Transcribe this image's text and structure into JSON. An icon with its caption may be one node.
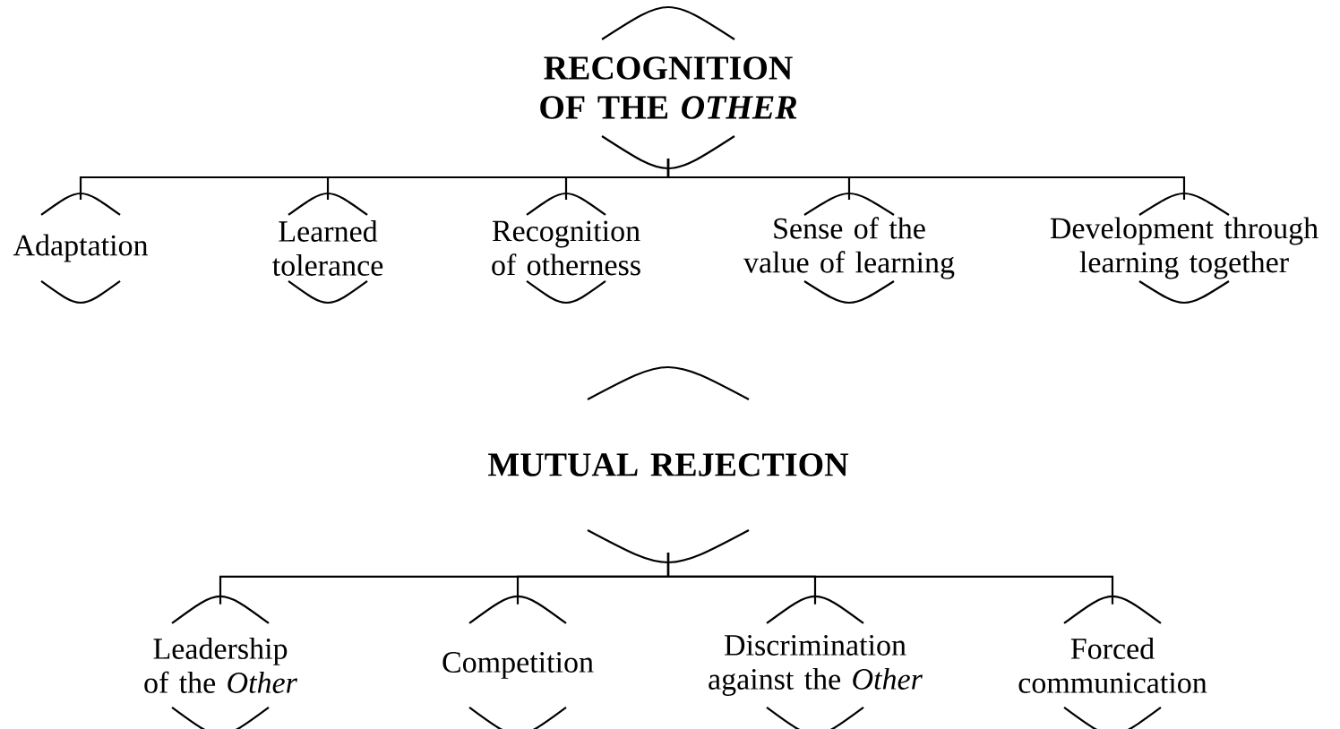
{
  "diagram": {
    "nodes": [
      {
        "text": [
          "RECOGNITION OF THE *OTHER*"
        ]
      },
      {
        "text": [
          "Adaptation"
        ]
      },
      {
        "text": [
          "Learned tolerance"
        ]
      },
      {
        "text": [
          "Recognition of otherness"
        ]
      },
      {
        "text": [
          "Sense of the value of learning"
        ]
      },
      {
        "text": [
          "Development through learning together"
        ]
      },
      {
        "text": [
          "MUTUAL REJECTION"
        ]
      },
      {
        "text": [
          "Leadership of the *Other*"
        ]
      },
      {
        "text": [
          "Competition"
        ]
      },
      {
        "text": [
          "Discrimination against the *Other*"
        ]
      },
      {
        "text": [
          "Forced communication"
        ]
      }
    ],
    "edges": [
      {
        "from": 0,
        "to": 1,
        "arrow": "none"
      },
      {
        "from": 0,
        "to": 2,
        "arrow": "none"
      },
      {
        "from": 0,
        "to": 3,
        "arrow": "none"
      },
      {
        "from": 0,
        "to": 4,
        "arrow": "none"
      },
      {
        "from": 0,
        "to": 5,
        "arrow": "none"
      },
      {
        "from": 6,
        "to": 7,
        "arrow": "none"
      },
      {
        "from": 6,
        "to": 8,
        "arrow": "none"
      },
      {
        "from": 6,
        "to": 9,
        "arrow": "none"
      },
      {
        "from": 6,
        "to": 10,
        "arrow": "none"
      }
    ]
  }
}
